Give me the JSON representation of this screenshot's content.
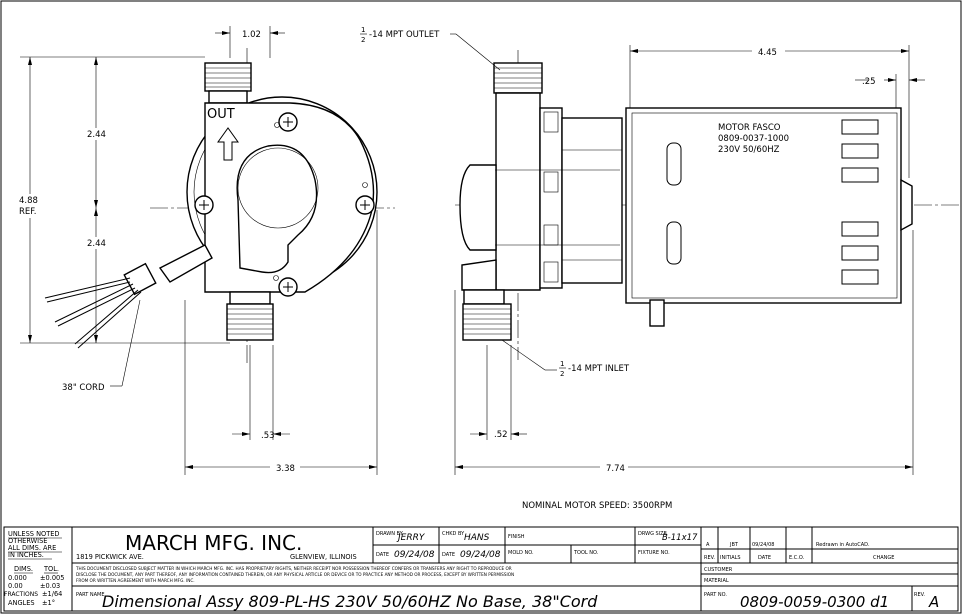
{
  "dimensions": {
    "top_offset": "1.02",
    "upper_half": "2.44",
    "overall_height": "4.88",
    "overall_height_ref": "REF.",
    "lower_half": "2.44",
    "inlet_offset_front": ".53",
    "front_width": "3.38",
    "inlet_offset_side": ".52",
    "overall_length": "7.74",
    "motor_length": "4.45",
    "end_offset": ".25"
  },
  "labels": {
    "outlet_label": "OUT",
    "outlet_fraction_num": "1",
    "outlet_fraction_den": "2",
    "outlet_note": "-14 MPT OUTLET",
    "inlet_fraction_num": "1",
    "inlet_fraction_den": "2",
    "inlet_note": "-14 MPT INLET",
    "cord_note": "38\" CORD",
    "motor_line1": "MOTOR FASCO",
    "motor_line2": "0809-0037-1000",
    "motor_line3": "230V 50/60HZ",
    "motor_speed": "NOMINAL MOTOR SPEED: 3500RPM"
  },
  "title_block": {
    "tolerance_lines": [
      "UNLESS NOTED",
      "OTHERWISE",
      "ALL DIMS. ARE",
      "IN INCHES."
    ],
    "dims_header": "DIMS.",
    "tol_header": "TOL.",
    "tol_rows": [
      {
        "dim": "0.000",
        "tol": "±0.005"
      },
      {
        "dim": "0.00",
        "tol": "±0.03"
      },
      {
        "dim": "FRACTIONS",
        "tol": "±1/64"
      },
      {
        "dim": "ANGLES",
        "tol": "±1°"
      }
    ],
    "company": "MARCH MFG. INC.",
    "address": "1819 PICKWICK AVE.",
    "city": "GLENVIEW, ILLINOIS",
    "drawn_by_label": "DRAWN BY",
    "drawn_by": "JERRY",
    "chkd_by_label": "CHKD BY",
    "chkd_by": "HANS",
    "finish_label": "FINISH",
    "drwg_size_label": "DRWG SIZE",
    "drwg_size": "B-11x17",
    "date_label": "DATE",
    "drawn_date": "09/24/08",
    "chkd_date": "09/24/08",
    "mold_label": "MOLD NO.",
    "tool_label": "TOOL NO.",
    "fixture_label": "FIXTURE NO.",
    "disclaimer_line1": "THIS DOCUMENT DISCLOSED SUBJECT MATTER IN WHICH MARCH MFG. INC. HAS PROPRIETARY RIGHTS, NEITHER RECEIPT NOR POSSESSION THEREOF CONFERS OR TRANSFERS ANY RIGHT TO REPRODUCE OR",
    "disclaimer_line2": "DISCLOSE THE DOCUMENT, ANY PART THEREOF, ANY INFORMATION CONTAINED THEREIN, OR ANY PHYSICAL ARTICLE OR DEVICE OR TO PRACTICE ANY METHOD OR PROCESS, EXCEPT BY WRITTEN PERMISSION",
    "disclaimer_line3": "FROM OR WRITTEN AGREEMENT WITH MARCH MFG. INC.",
    "part_name_label": "PART NAME",
    "part_name": "Dimensional Assy 809-PL-HS 230V 50/60HZ No Base, 38\"Cord",
    "part_no_label": "PART NO.",
    "part_no": "0809-0059-0300 d1",
    "rev_label": "REV.",
    "rev": "A",
    "revision": {
      "rev": "A",
      "initials": "JBT",
      "date": "09/24/08",
      "eco": "",
      "change": "Redrawn in AutoCAD."
    },
    "rev_headers": [
      "REV.",
      "INITIALS",
      "DATE",
      "E.C.O.",
      "CHANGE"
    ],
    "customer_label": "CUSTOMER",
    "material_label": "MATERIAL"
  }
}
